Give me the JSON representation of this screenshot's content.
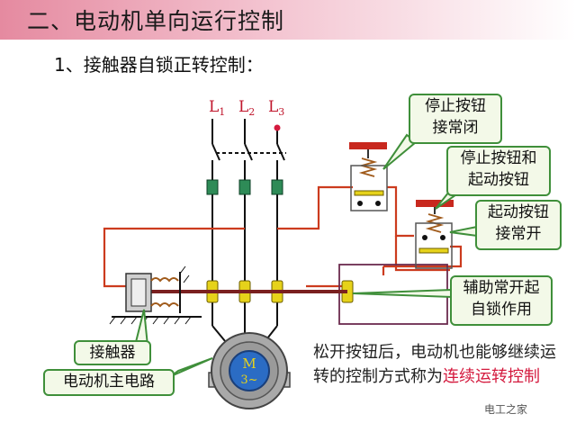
{
  "slide": {
    "title": "二、电动机单向运行控制",
    "subtitle": "1、接触器自锁正转控制："
  },
  "phases": {
    "l1": "L",
    "l1_sub": "1",
    "l2": "L",
    "l2_sub": "2",
    "l3": "L",
    "l3_sub": "3"
  },
  "motor": {
    "label_top": "M",
    "label_bottom": "3~"
  },
  "callouts": {
    "stop_nc_line1": "停止按钮",
    "stop_nc_line2": "接常闭",
    "stop_start_line1": "停止按钮和",
    "stop_start_line2": "起动按钮",
    "start_no_line1": "起动按钮",
    "start_no_line2": "接常开",
    "aux_line1": "辅助常开起",
    "aux_line2": "自锁作用",
    "contactor": "接触器",
    "main_circuit": "电动机主电路"
  },
  "note": {
    "text_plain": "松开按钮后，电动机也能够继续运转的控制方式称为",
    "text_highlight": "连续运转控制"
  },
  "watermark": "电工之家",
  "colors": {
    "control_wire": "#cc3b1e",
    "main_wire": "#111111",
    "callout_border": "#3f8f3a",
    "highlight": "#d41a3e"
  }
}
